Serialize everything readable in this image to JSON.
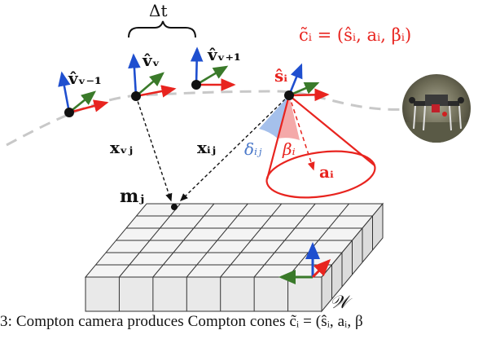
{
  "labels": {
    "delta_t": "Δt",
    "compton_cone": "c̃ᵢ = (ŝᵢ, aᵢ, βᵢ)",
    "v_prev": "v̂ᵥ₋₁",
    "v_curr": "v̂ᵥ",
    "v_next": "v̂ᵥ₊₁",
    "s_i": "ŝᵢ",
    "x_vj": "xᵥⱼ",
    "x_ij": "xᵢⱼ",
    "delta_ij": "δᵢⱼ",
    "beta_i": "βᵢ",
    "a_i": "aᵢ",
    "m_j": "mⱼ",
    "world": "𝒲"
  },
  "caption": "3: Compton camera produces Compton cones c̃ᵢ = (ŝᵢ, aᵢ, β",
  "colors": {
    "trajectory": "#c8c8c8",
    "cone": "#e8241f",
    "axis_x": "#e8241f",
    "axis_y": "#3a7a2a",
    "axis_z": "#1f4fcf",
    "delta_angle": "#8fb0e6",
    "beta_angle": "#f3a0a0",
    "voxel_face": "#ececec",
    "voxel_edge": "#333333"
  },
  "icons": [
    "drone-photo-icon",
    "axis-triad-icon"
  ]
}
